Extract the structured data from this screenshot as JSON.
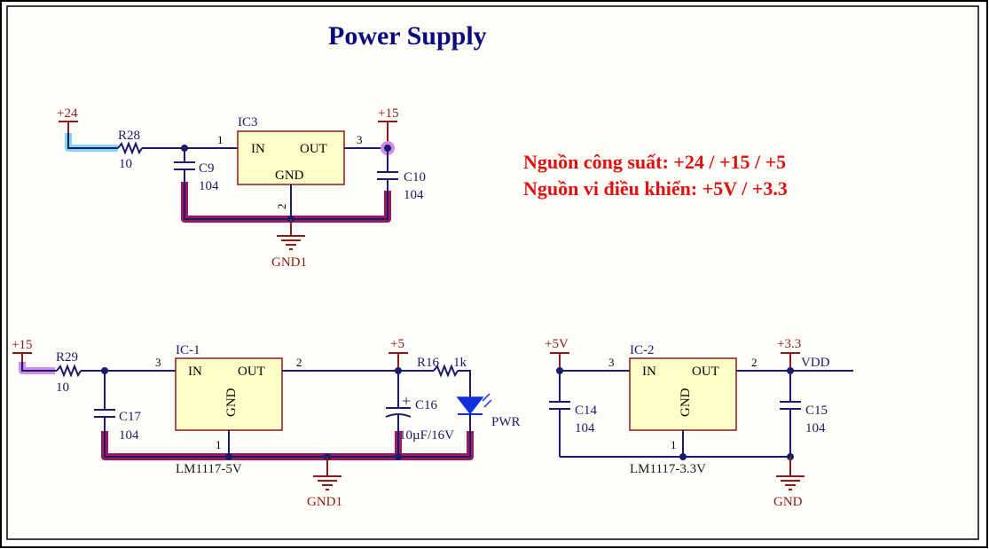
{
  "title": "Power Supply",
  "notes": {
    "line1": "Nguồn công suất: +24 / +15 / +5",
    "line2": "Nguồn vi điều khiển: +5V / +3.3"
  },
  "block1": {
    "power_in": "+24",
    "resistor": {
      "ref": "R28",
      "value": "10"
    },
    "cap_in": {
      "ref": "C9",
      "value": "104"
    },
    "ic": {
      "ref": "IC3",
      "pin_in": "IN",
      "pin_out": "OUT",
      "pin_gnd": "GND",
      "pin_in_num": "1",
      "pin_out_num": "3",
      "pin_gnd_num": "2"
    },
    "power_out": "+15",
    "cap_out": {
      "ref": "C10",
      "value": "104"
    },
    "gnd": "GND1"
  },
  "block2": {
    "power_in": "+15",
    "resistor": {
      "ref": "R29",
      "value": "10"
    },
    "cap_in": {
      "ref": "C17",
      "value": "104"
    },
    "ic": {
      "ref": "IC-1",
      "pin_in": "IN",
      "pin_out": "OUT",
      "pin_gnd": "GND",
      "pin_in_num": "3",
      "pin_out_num": "2",
      "pin_gnd_num": "1",
      "part": "LM1117-5V"
    },
    "power_out": "+5",
    "cap_out": {
      "ref": "C16",
      "value": "10µF/16V",
      "polarity": "+"
    },
    "led_resistor": {
      "ref": "R16",
      "value": "1k"
    },
    "led": "PWR",
    "gnd": "GND1"
  },
  "block3": {
    "power_in": "+5V",
    "cap_in": {
      "ref": "C14",
      "value": "104"
    },
    "ic": {
      "ref": "IC-2",
      "pin_in": "IN",
      "pin_out": "OUT",
      "pin_gnd": "GND",
      "pin_in_num": "3",
      "pin_out_num": "2",
      "pin_gnd_num": "1",
      "part": "LM1117-3.3V"
    },
    "power_out": "+3.3",
    "net_out": "VDD",
    "cap_out": {
      "ref": "C15",
      "value": "104"
    },
    "gnd": "GND"
  },
  "colors": {
    "wire": "#1a1a6e",
    "power_port": "#8b1a1a",
    "ic_fill": "#ffffc8",
    "gnd_highlight": "#9a1a5a",
    "note_text": "#e01010",
    "title_text": "#0a0a80",
    "highlight_cyan": "#7fd8f0",
    "highlight_violet": "#d28ae8",
    "led_blue": "#1030e0"
  }
}
